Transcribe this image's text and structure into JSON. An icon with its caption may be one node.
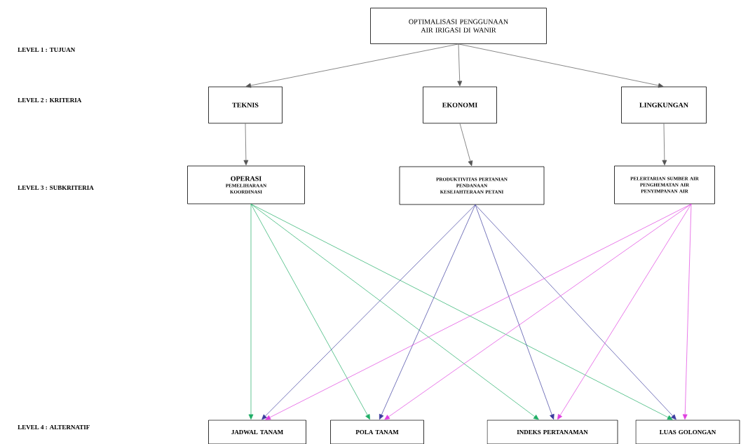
{
  "diagram": {
    "nodes": [
      {
        "text": [
          "OPTIMALISASI PENGGUNAAN AIR IRIGASI DI WANIR"
        ]
      },
      {
        "text": [
          "TEKNIS"
        ]
      },
      {
        "text": [
          "EKONOMI"
        ]
      },
      {
        "text": [
          "LINGKUNGAN"
        ]
      },
      {
        "text": [
          "OPERASI",
          "PEMELIHARAAN",
          "KOORDINASI"
        ]
      },
      {
        "text": [
          "PRODUKTIVITAS PERTANIAN",
          "PENDANAAN",
          "KESEJAHTERAAN PETANI"
        ]
      },
      {
        "text": [
          "PELERTARIAN SUMBER AIR",
          "PENGHEMATAN AIR",
          "PENYIMPANAN AIR"
        ]
      },
      {
        "text": [
          "JADWAL TANAM"
        ]
      },
      {
        "text": [
          "POLA TANAM"
        ]
      },
      {
        "text": [
          "INDEKS PERTANAMAN"
        ]
      },
      {
        "text": [
          "LUAS GOLONGAN"
        ]
      }
    ],
    "edges": [
      {
        "from": 0,
        "to": 1,
        "arrow": "to"
      },
      {
        "from": 0,
        "to": 2,
        "arrow": "to"
      },
      {
        "from": 0,
        "to": 3,
        "arrow": "to"
      },
      {
        "from": 1,
        "to": 4,
        "arrow": "to"
      },
      {
        "from": 2,
        "to": 5,
        "arrow": "to"
      },
      {
        "from": 3,
        "to": 6,
        "arrow": "to"
      },
      {
        "from": 4,
        "to": 7,
        "arrow": "to",
        "color": "#1fae66"
      },
      {
        "from": 4,
        "to": 8,
        "arrow": "to",
        "color": "#1fae66"
      },
      {
        "from": 4,
        "to": 9,
        "arrow": "to",
        "color": "#1fae66"
      },
      {
        "from": 4,
        "to": 10,
        "arrow": "to",
        "color": "#1fae66"
      },
      {
        "from": 5,
        "to": 7,
        "arrow": "to",
        "color": "#3b3b9e"
      },
      {
        "from": 5,
        "to": 8,
        "arrow": "to",
        "color": "#3b3b9e"
      },
      {
        "from": 5,
        "to": 9,
        "arrow": "to",
        "color": "#3b3b9e"
      },
      {
        "from": 5,
        "to": 10,
        "arrow": "to",
        "color": "#3b3b9e"
      },
      {
        "from": 6,
        "to": 7,
        "arrow": "to",
        "color": "#e040e0"
      },
      {
        "from": 6,
        "to": 8,
        "arrow": "to",
        "color": "#e040e0"
      },
      {
        "from": 6,
        "to": 9,
        "arrow": "to",
        "color": "#e040e0"
      },
      {
        "from": 6,
        "to": 10,
        "arrow": "to",
        "color": "#e040e0"
      }
    ],
    "labels": [
      "LEVEL 1 : TUJUAN",
      "LEVEL 2 : KRITERIA",
      "LEVEL 3 : SUBKRITERIA",
      "LEVEL 4 : ALTERNATIF"
    ]
  }
}
